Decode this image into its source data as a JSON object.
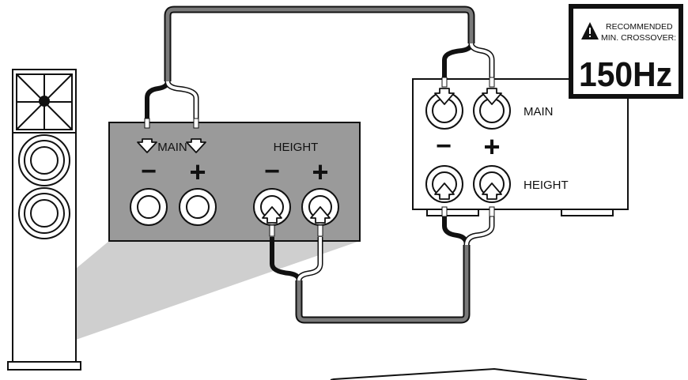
{
  "speaker_panel": {
    "main_label": "MAIN",
    "height_label": "HEIGHT",
    "minus": "−",
    "plus": "+"
  },
  "receiver_panel": {
    "main_label": "MAIN",
    "height_label": "HEIGHT",
    "minus": "−",
    "plus": "+"
  },
  "badge": {
    "line1": "RECOMMENDED",
    "line2": "MIN. CROSSOVER:",
    "value": "150Hz",
    "icon": "warning-icon"
  },
  "colors": {
    "panel_fill": "#9a9a9a",
    "projection_fill": "#cfcfcf",
    "line": "#111111",
    "cable_gray": "#7a7a7a"
  }
}
